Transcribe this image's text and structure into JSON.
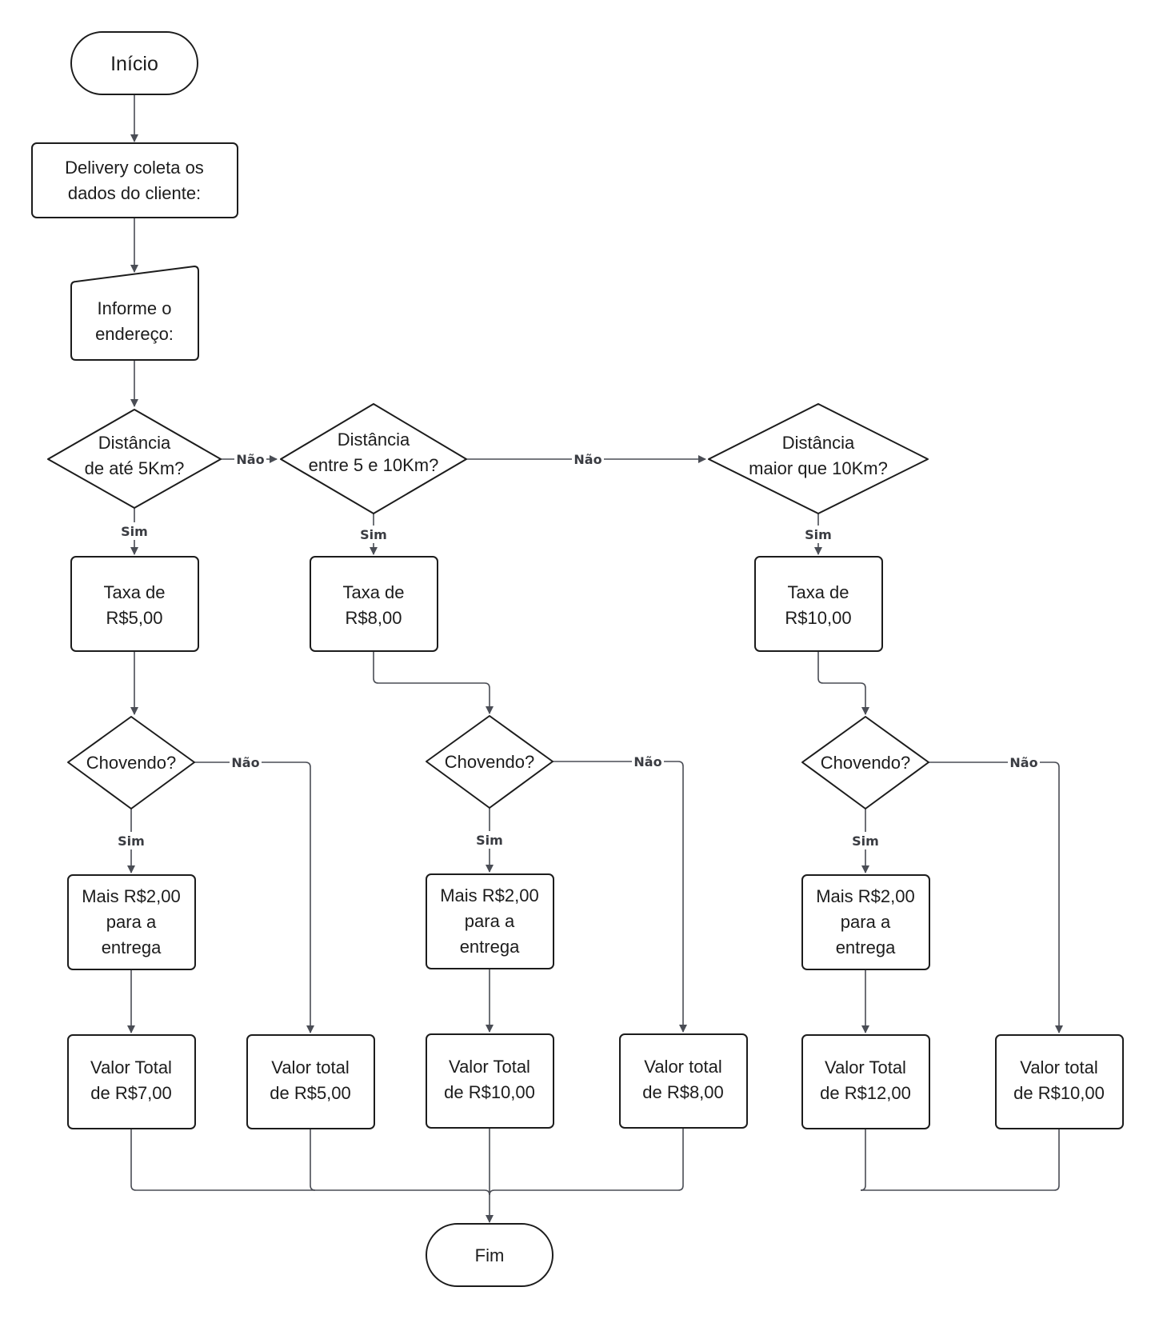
{
  "nodes": {
    "inicio": "Início",
    "coleta": [
      "Delivery coleta os",
      "dados do cliente:"
    ],
    "endereco": [
      "Informe o",
      "endereço:"
    ],
    "dist1": [
      "Distância",
      "de até 5Km?"
    ],
    "dist2": [
      "Distância",
      "entre 5 e 10Km?"
    ],
    "dist3": [
      "Distância",
      "maior que 10Km?"
    ],
    "taxa1": [
      "Taxa de",
      "R$5,00"
    ],
    "taxa2": [
      "Taxa de",
      "R$8,00"
    ],
    "taxa3": [
      "Taxa de",
      "R$10,00"
    ],
    "chov1": "Chovendo?",
    "chov2": "Chovendo?",
    "chov3": "Chovendo?",
    "mais1": [
      "Mais R$2,00",
      "para a",
      "entrega"
    ],
    "mais2": [
      "Mais R$2,00",
      "para a",
      "entrega"
    ],
    "mais3": [
      "Mais R$2,00",
      "para a",
      "entrega"
    ],
    "total1s": [
      "Valor Total",
      "de R$7,00"
    ],
    "total1n": [
      "Valor total",
      "de R$5,00"
    ],
    "total2s": [
      "Valor Total",
      "de R$10,00"
    ],
    "total2n": [
      "Valor total",
      "de R$8,00"
    ],
    "total3s": [
      "Valor Total",
      "de R$12,00"
    ],
    "total3n": [
      "Valor total",
      "de R$10,00"
    ],
    "fim": "Fim"
  },
  "edge_labels": {
    "sim": "Sim",
    "nao": "Não"
  }
}
